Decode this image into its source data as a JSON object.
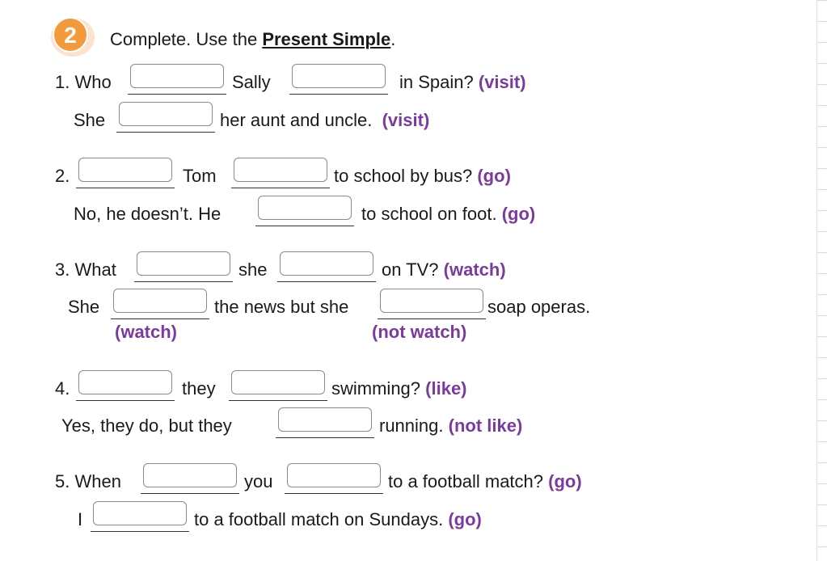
{
  "badge_number": "2",
  "instruction": {
    "prefix": "Complete. Use the ",
    "emphasis": "Present Simple",
    "suffix": "."
  },
  "items": {
    "q1": {
      "a": "1. Who",
      "b": "Sally",
      "c": "in Spain?",
      "hint": "(visit)"
    },
    "a1": {
      "a": "She",
      "b": "her aunt and uncle.",
      "hint": "(visit)"
    },
    "q2": {
      "a": "2.",
      "b": "Tom",
      "c": "to school by bus?",
      "hint": "(go)"
    },
    "a2": {
      "a": "No, he doesn’t. He",
      "b": "to school on foot.",
      "hint": "(go)"
    },
    "q3": {
      "a": "3. What",
      "b": "she",
      "c": "on TV?",
      "hint": "(watch)"
    },
    "a3": {
      "a": "She",
      "b": "the news but she",
      "c": "soap operas.",
      "hint1": "(watch)",
      "hint2": "(not watch)"
    },
    "q4": {
      "a": "4.",
      "b": "they",
      "c": "swimming?",
      "hint": "(like)"
    },
    "a4": {
      "a": "Yes, they do, but they",
      "b": "running.",
      "hint": "(not like)"
    },
    "q5": {
      "a": "5. When",
      "b": "you",
      "c": "to a football match?",
      "hint": "(go)"
    },
    "a5": {
      "a": "I",
      "b": "to a football match on Sundays.",
      "hint": "(go)"
    }
  },
  "colors": {
    "hint": "#7b3aa0",
    "badge": "#f39a3c"
  }
}
